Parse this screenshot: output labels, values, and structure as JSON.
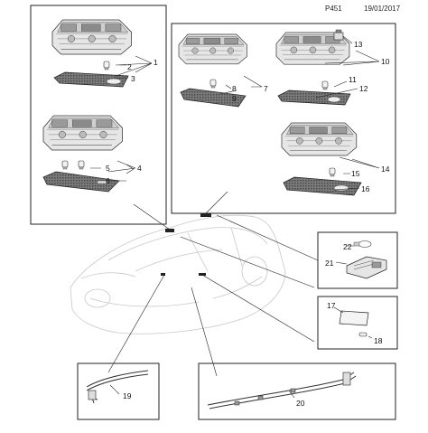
{
  "header": {
    "code": "P451",
    "date": "19/01/2017"
  },
  "callouts": {
    "c1": "1",
    "c2": "2",
    "c3": "3",
    "c4": "4",
    "c5": "5",
    "c6": "6",
    "c7": "7",
    "c8": "8",
    "c9": "9",
    "c10": "10",
    "c11": "11",
    "c12": "12",
    "c13": "13",
    "c14": "14",
    "c15": "15",
    "c16": "16",
    "c17": "17",
    "c18": "18",
    "c19": "19",
    "c20": "20",
    "c21": "21",
    "c22": "22"
  }
}
